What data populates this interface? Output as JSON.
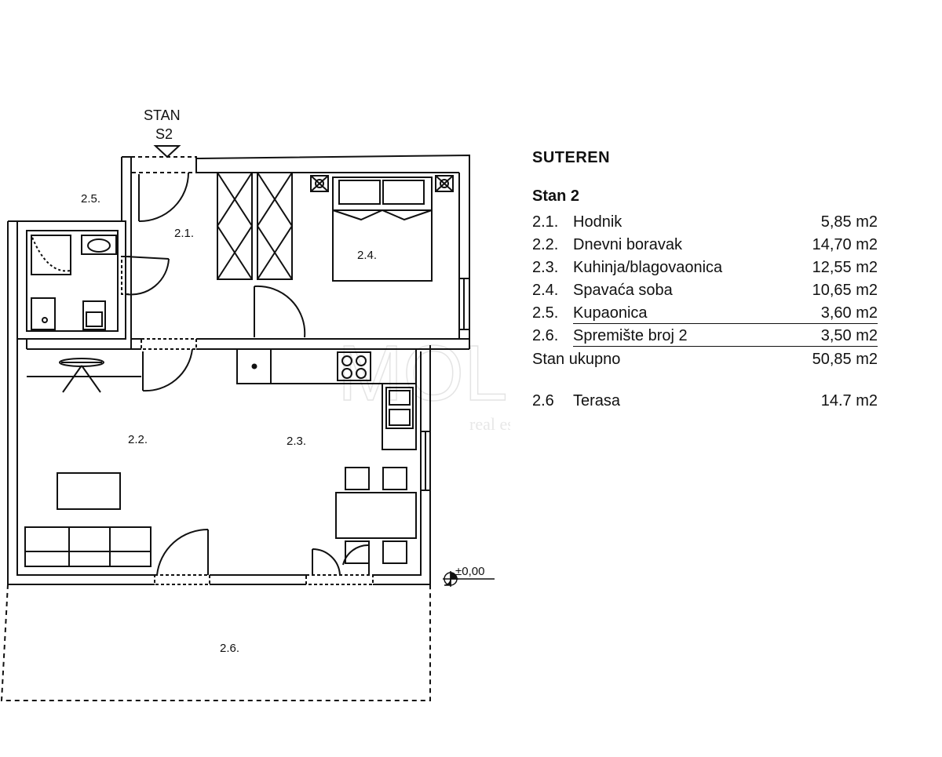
{
  "plan": {
    "entrance": {
      "line1": "STAN",
      "line2": "S2"
    },
    "rooms": [
      {
        "id": "2.1.",
        "label": "2.1."
      },
      {
        "id": "2.2.",
        "label": "2.2."
      },
      {
        "id": "2.3.",
        "label": "2.3."
      },
      {
        "id": "2.4.",
        "label": "2.4."
      },
      {
        "id": "2.5.",
        "label": "2.5."
      },
      {
        "id": "2.6.",
        "label": "2.6."
      }
    ],
    "level_marker": "±0,00"
  },
  "legend": {
    "title": "SUTEREN",
    "subtitle": "Stan 2",
    "rows": [
      {
        "num": "2.1.",
        "name": "Hodnik",
        "area": "5,85 m2"
      },
      {
        "num": "2.2.",
        "name": "Dnevni boravak",
        "area": "14,70 m2"
      },
      {
        "num": "2.3.",
        "name": "Kuhinja/blagovaonica",
        "area": "12,55 m2"
      },
      {
        "num": "2.4.",
        "name": "Spavaća soba",
        "area": "10,65 m2"
      },
      {
        "num": "2.5.",
        "name": "Kupaonica",
        "area": "3,60 m2"
      },
      {
        "num": "2.6.",
        "name": "Spremište broj 2",
        "area": "3,50 m2"
      }
    ],
    "total": {
      "name": "Stan ukupno",
      "area": "50,85 m2"
    },
    "terrace": {
      "num": "2.6",
      "name": "Terasa",
      "area": "14.7 m2"
    }
  },
  "watermark": {
    "brand": "MOLO",
    "sub": "real estate"
  }
}
